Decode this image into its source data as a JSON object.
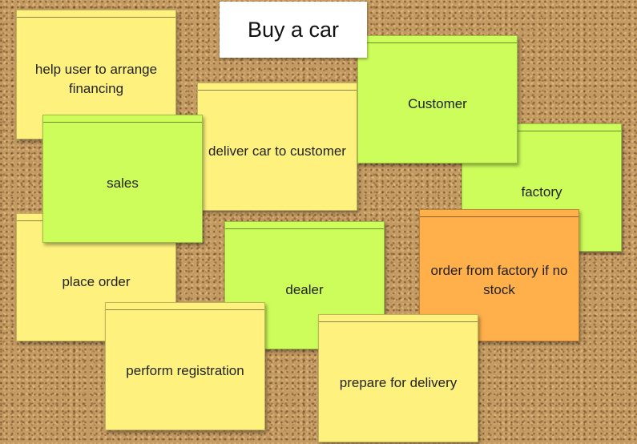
{
  "board": {
    "title": "Buy a car",
    "notes": [
      {
        "text": "help user to arrange financing",
        "color": "#fef17d"
      },
      {
        "text": "factory",
        "color": "#cdfd5a"
      },
      {
        "text": "deliver car to customer",
        "color": "#fef17d"
      },
      {
        "text": "Customer",
        "color": "#cdfd5a"
      },
      {
        "text": "place order",
        "color": "#fef17d"
      },
      {
        "text": "sales",
        "color": "#cdfd5a"
      },
      {
        "text": "dealer",
        "color": "#cdfd5a"
      },
      {
        "text": "order from factory if no stock",
        "color": "#ffb04a"
      },
      {
        "text": "perform registration",
        "color": "#fef17d"
      },
      {
        "text": "prepare for delivery",
        "color": "#fef17d"
      }
    ]
  }
}
